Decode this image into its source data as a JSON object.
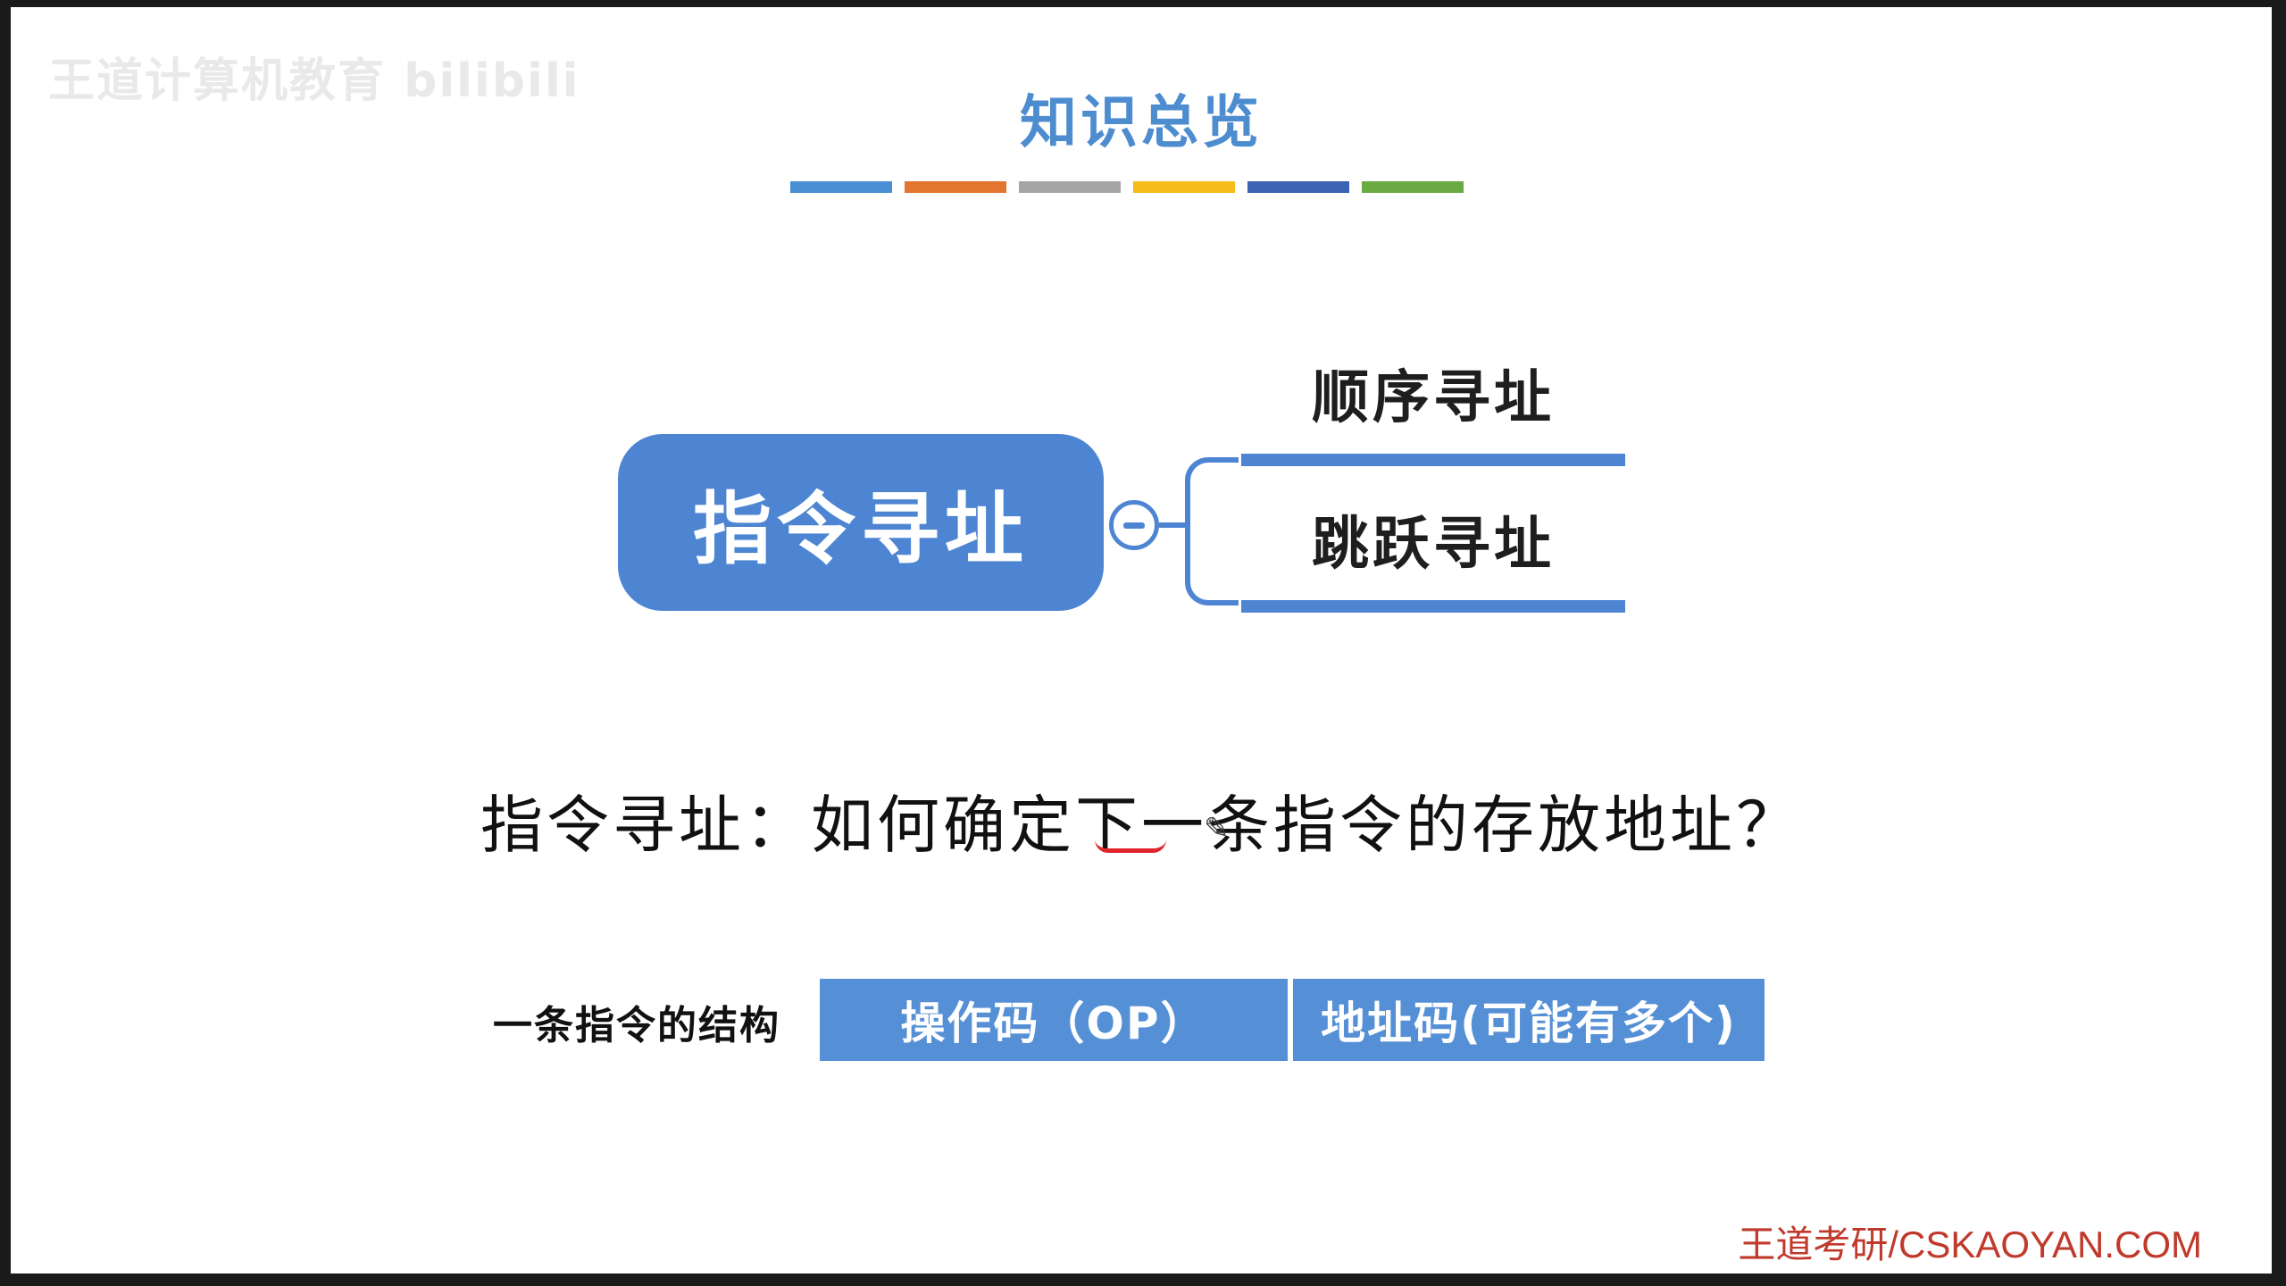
{
  "watermark": "王道计算机教育 bilibili",
  "slide": {
    "title": "知识总览",
    "strip_colors": [
      "#4a8fd4",
      "#e2762f",
      "#a5a5a5",
      "#f5bc1b",
      "#3d63b5",
      "#6ba942"
    ]
  },
  "mindmap": {
    "root": "指令寻址",
    "toggle_icon": "minus-circle-icon",
    "branches": [
      {
        "label": "顺序寻址"
      },
      {
        "label": "跳跃寻址"
      }
    ],
    "accent": "#4e85d2"
  },
  "question": "指令寻址：如何确定下一条指令的存放地址？",
  "structure": {
    "label": "一条指令的结构",
    "op_field": "操作码（OP）",
    "addr_field": "地址码(可能有多个)"
  },
  "footer": {
    "brand": "王道考研/CSKAOYAN.COM"
  }
}
